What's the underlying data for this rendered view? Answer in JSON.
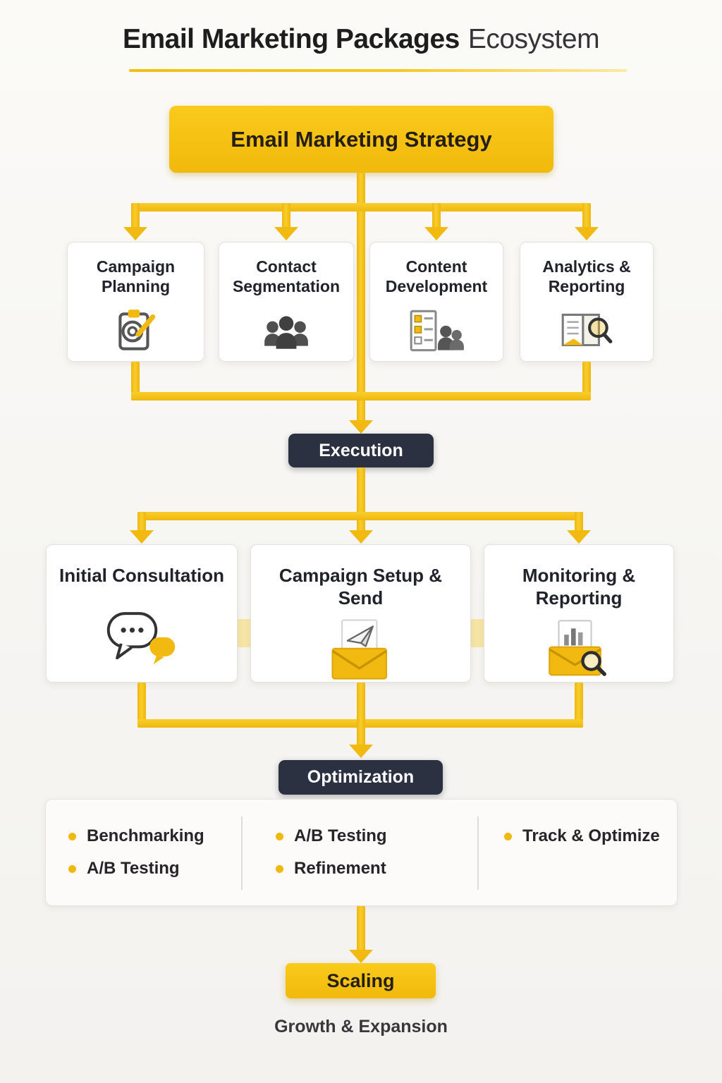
{
  "title": {
    "bold": "Email Marketing Packages",
    "light": "Ecosystem"
  },
  "colors": {
    "accent": "#F2BA10",
    "dark_node": "#2B3140",
    "card_bg": "#FFFFFF"
  },
  "strategy": {
    "label": "Email Marketing Strategy"
  },
  "stage1": {
    "boxes": [
      {
        "label": "Campaign Planning",
        "icon": "clipboard-target-icon"
      },
      {
        "label": "Contact Segmentation",
        "icon": "people-group-icon"
      },
      {
        "label": "Content Development",
        "icon": "checklist-people-icon"
      },
      {
        "label": "Analytics & Reporting",
        "icon": "report-magnifier-icon"
      }
    ]
  },
  "execution": {
    "label": "Execution"
  },
  "stage2": {
    "boxes": [
      {
        "label": "Initial Consultation",
        "icon": "chat-bubbles-icon"
      },
      {
        "label": "Campaign Setup & Send",
        "icon": "envelope-send-icon"
      },
      {
        "label": "Monitoring & Reporting",
        "icon": "envelope-analytics-icon"
      }
    ]
  },
  "optimization": {
    "label": "Optimization"
  },
  "optimization_details": {
    "columns": [
      {
        "items": [
          "Benchmarking",
          "A/B Testing"
        ]
      },
      {
        "items": [
          "A/B Testing",
          "Refinement"
        ]
      },
      {
        "items": [
          "Track & Optimize"
        ]
      }
    ]
  },
  "scaling": {
    "label": "Scaling"
  },
  "footer": {
    "label": "Growth & Expansion"
  }
}
